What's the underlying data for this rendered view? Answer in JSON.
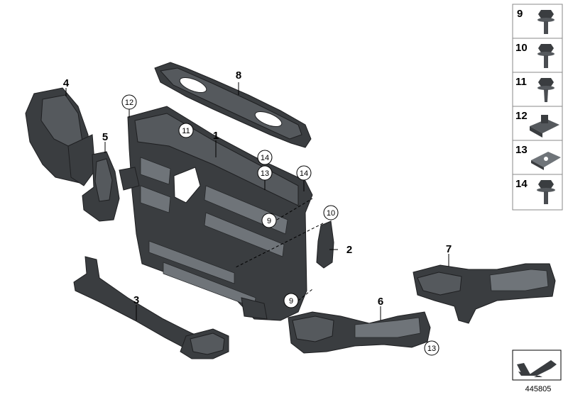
{
  "callouts": {
    "p1": "1",
    "p2": "2",
    "p3": "3",
    "p4": "4",
    "p5": "5",
    "p6": "6",
    "p7": "7",
    "p8": "8",
    "c9a": "9",
    "c9b": "9",
    "c10": "10",
    "c11": "11",
    "c12": "12",
    "c13a": "13",
    "c13b": "13",
    "c14a": "14",
    "c14b": "14"
  },
  "legend": {
    "items": [
      {
        "number": "9",
        "icon": "hex-flange-screw-icon"
      },
      {
        "number": "10",
        "icon": "hex-flange-screw-icon"
      },
      {
        "number": "11",
        "icon": "hex-flange-screw-icon"
      },
      {
        "number": "12",
        "icon": "cage-nut-icon"
      },
      {
        "number": "13",
        "icon": "spring-clip-nut-icon"
      },
      {
        "number": "14",
        "icon": "hex-flange-screw-icon"
      }
    ]
  },
  "footer": {
    "diagram_number": "445805",
    "orientation_icon": "direction-arrow-icon"
  },
  "colors": {
    "part": "#3a3d40",
    "background": "#ffffff",
    "frame": "#888888"
  }
}
